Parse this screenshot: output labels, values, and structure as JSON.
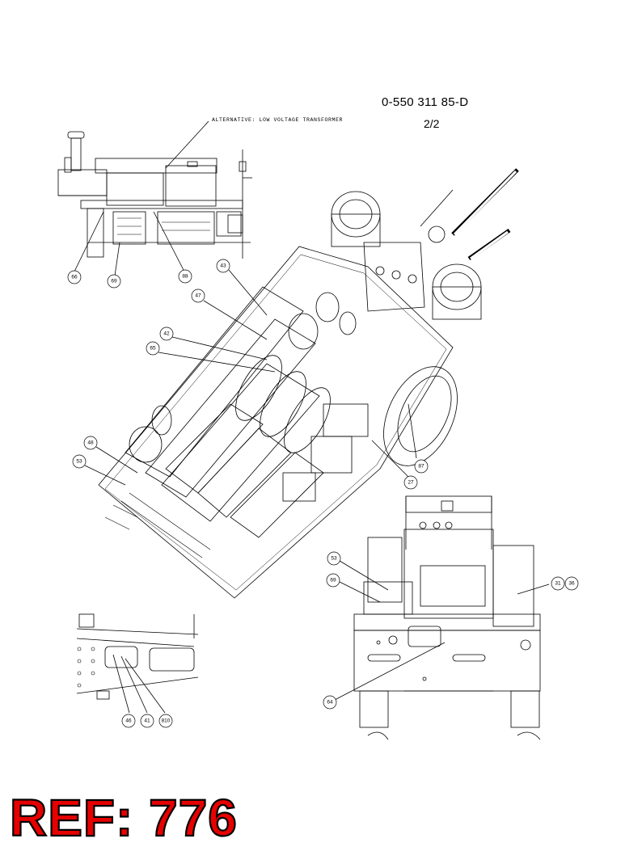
{
  "header": {
    "document_number": "0-550 311 85-D",
    "sheet": "2/2"
  },
  "annotation": {
    "alternative_note": "ALTERNATIVE: LOW VOLTAGE TRANSFORMER"
  },
  "reference": {
    "label": "REF: 776",
    "color": "#e60000"
  },
  "callouts": [
    {
      "id": "c66",
      "label": "66"
    },
    {
      "id": "c69a",
      "label": "69"
    },
    {
      "id": "c88",
      "label": "88"
    },
    {
      "id": "c43",
      "label": "43"
    },
    {
      "id": "c47",
      "label": "47"
    },
    {
      "id": "c42",
      "label": "42"
    },
    {
      "id": "c65",
      "label": "65"
    },
    {
      "id": "c48a",
      "label": "48"
    },
    {
      "id": "c53a",
      "label": "53"
    },
    {
      "id": "c87",
      "label": "87"
    },
    {
      "id": "c27",
      "label": "27"
    },
    {
      "id": "c53b",
      "label": "53"
    },
    {
      "id": "c69b",
      "label": "69"
    },
    {
      "id": "c31",
      "label": "31"
    },
    {
      "id": "c36",
      "label": "36"
    },
    {
      "id": "c64",
      "label": "64"
    },
    {
      "id": "c46",
      "label": "46"
    },
    {
      "id": "c41",
      "label": "41"
    },
    {
      "id": "c810",
      "label": "810"
    }
  ]
}
